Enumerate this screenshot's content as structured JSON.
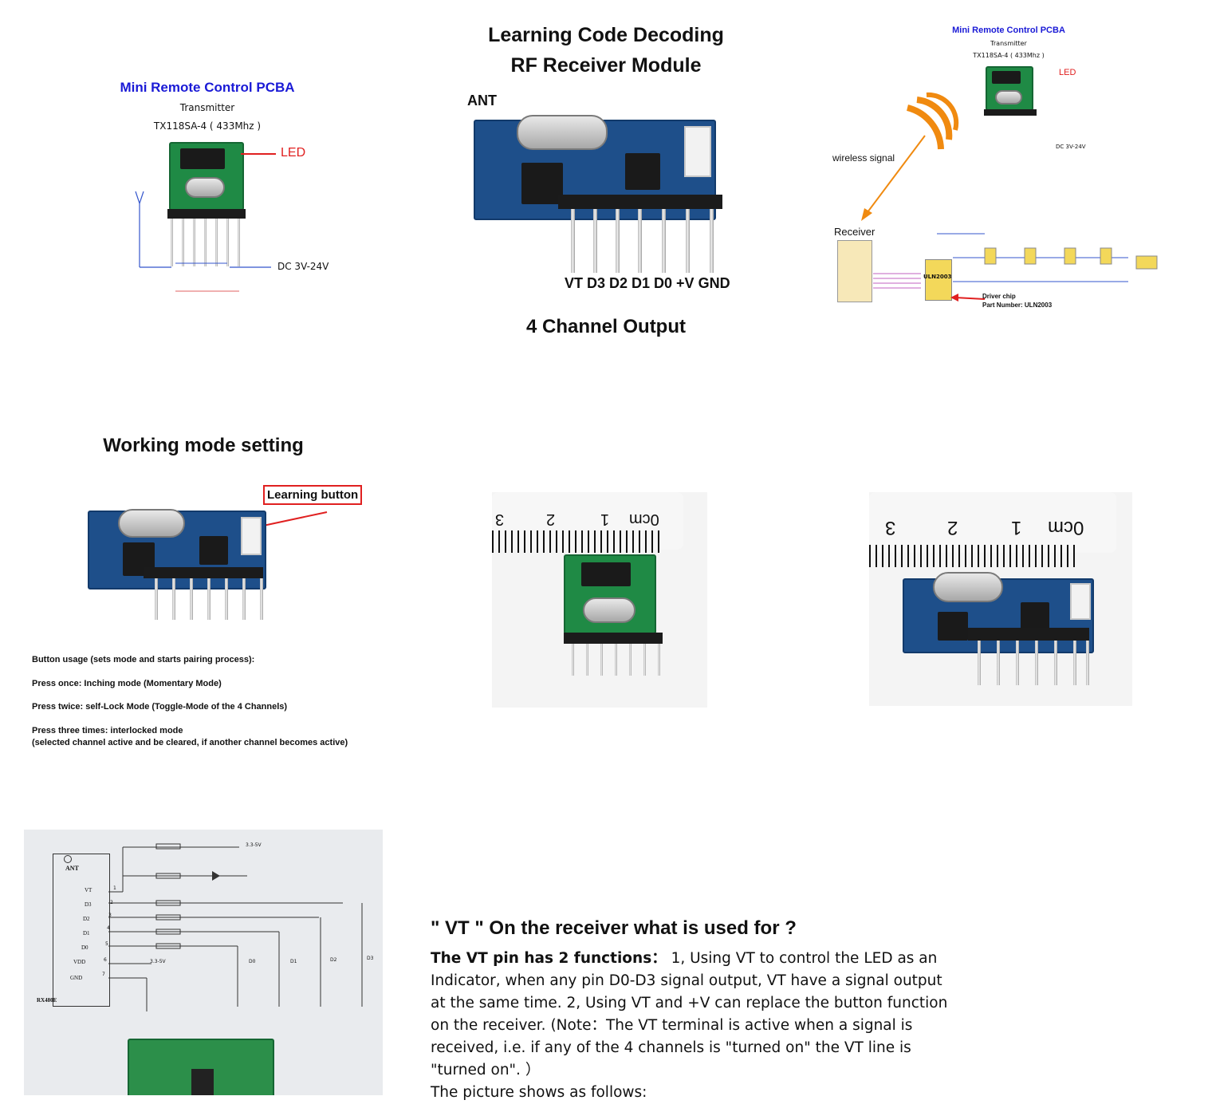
{
  "panel1": {
    "title": "Mini Remote Control PCBA",
    "sub1": "Transmitter",
    "sub2": "TX118SA-4 ( 433Mhz )",
    "led": "LED",
    "dc": "DC 3V-24V"
  },
  "panel2": {
    "title1": "Learning Code Decoding",
    "title2": "RF Receiver Module",
    "ant": "ANT",
    "pins": "VT D3 D2 D1 D0 +V GND",
    "output": "4 Channel Output"
  },
  "panel3": {
    "title": "Mini Remote Control PCBA",
    "sub1": "Transmitter",
    "sub2": "TX118SA-4 ( 433Mhz )",
    "led": "LED",
    "dc": "DC 3V-24V",
    "wireless": "wireless signal",
    "receiver": "Receiver",
    "chip_label": "ULN2003",
    "driver1": "Driver chip",
    "driver2": "Part Number: ULN2003"
  },
  "panel4": {
    "title": "Working mode setting",
    "button_label": "Learning button",
    "usage": "Button usage (sets mode and starts pairing process):",
    "once": "Press once: Inching mode (Momentary Mode)",
    "twice": "Press twice: self-Lock Mode (Toggle-Mode of the 4 Channels)",
    "three1": "Press three times: interlocked mode",
    "three2": "(selected channel active and be cleared, if another channel becomes active)"
  },
  "panel5": {
    "r0": "0cm",
    "r1": "1",
    "r2": "2",
    "r3": "3"
  },
  "panel6": {
    "r0": "0cm",
    "r1": "1",
    "r2": "2",
    "r3": "3"
  },
  "panel7": {
    "ant": "ANT",
    "pins": [
      "VT",
      "D3",
      "D2",
      "D1",
      "D0",
      "VDD",
      "GND"
    ],
    "nums": [
      "1",
      "2",
      "3",
      "4",
      "5",
      "6",
      "7"
    ],
    "module": "RX480E",
    "v1": "3.3-5V",
    "v2": "3.3-5V",
    "leds": [
      "D0",
      "D1",
      "D2",
      "D3"
    ]
  },
  "article": {
    "heading": "\" VT \" On the receiver what is used for ?",
    "bold": "The VT pin has 2 functions：",
    "body": " 1, Using VT to control the LED as an Indicator, when any pin D0-D3 signal output, VT have a signal output at the same time. 2, Using VT and +V can replace the button function on the receiver. (Note：The VT terminal is active when a signal is received, i.e. if any of the 4 channels is \"turned on\" the VT line is \"turned on\". ）",
    "last": "The picture shows as follows:"
  },
  "colors": {
    "title_blue": "#1a1ad6",
    "led_red": "#e02020",
    "pcb_blue": "#1e4f8a",
    "pcb_green": "#1f8a45"
  }
}
